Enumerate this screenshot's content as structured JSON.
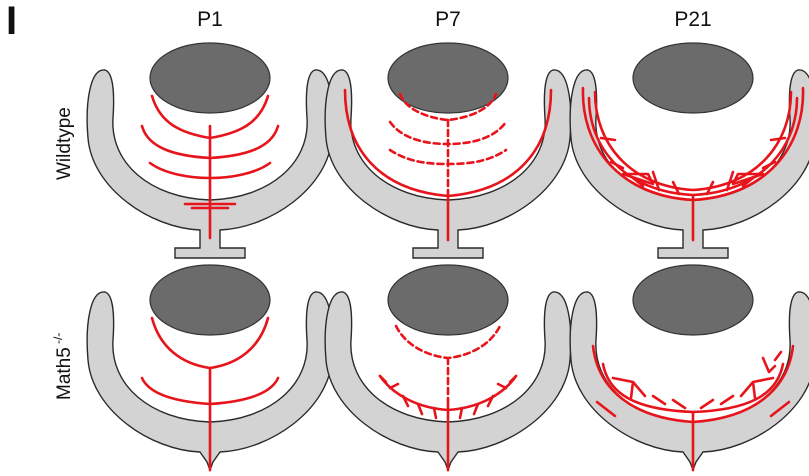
{
  "panel_letter": "I",
  "columns": [
    {
      "label": "P1"
    },
    {
      "label": "P7"
    },
    {
      "label": "P21"
    }
  ],
  "rows": [
    {
      "label": "Wildtype"
    },
    {
      "label": "Math5",
      "superscript": "-/-"
    }
  ],
  "colors": {
    "tissue": "#d3d3d3",
    "lens": "#6b6b6b",
    "vessel": "#e8141c",
    "outline": "#2a2a2a"
  }
}
